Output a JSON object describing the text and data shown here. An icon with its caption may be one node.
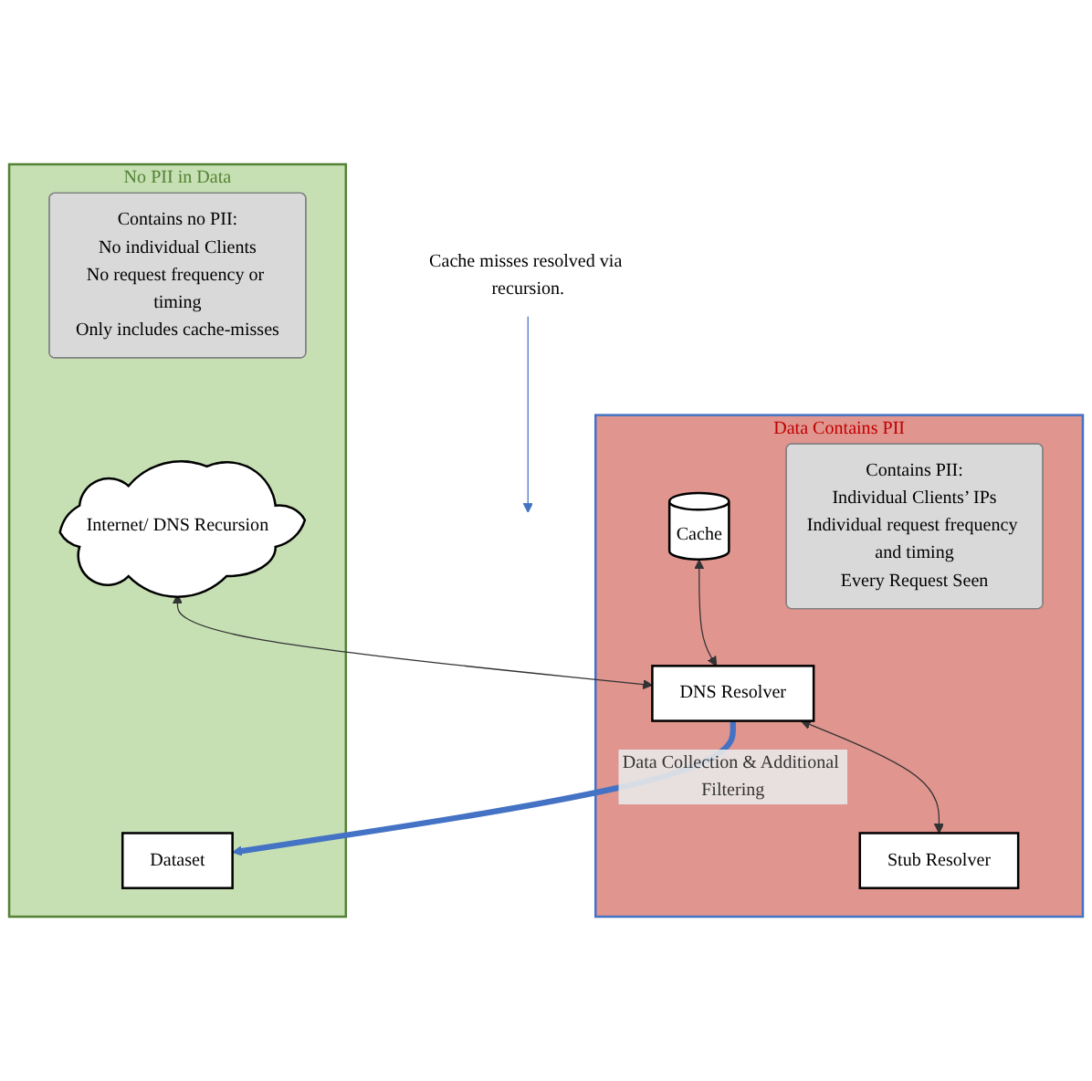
{
  "diagram": {
    "nodes": [
      {
        "text": [
          "No PII in Data"
        ]
      },
      {
        "text": [
          "Internet/ DNS Recursion"
        ],
        "in": 0
      },
      {
        "text": [
          "Contains no PII:",
          "No individual Clients",
          "No request frequency or timing",
          "Only includes cache-misses"
        ],
        "in": 0
      },
      {
        "text": [
          "Dataset"
        ],
        "in": 0
      },
      {
        "text": [
          "Cache misses resolved via recursion."
        ]
      },
      {
        "text": [
          "Data Contains PII"
        ]
      },
      {
        "text": [
          "DNS Resolver"
        ],
        "in": 5
      },
      {
        "text": [
          "Cache"
        ],
        "in": 5
      },
      {
        "text": [
          "Contains PII:",
          "Individual Clients’ IPs",
          "Individual request frequency and timing",
          "Every Request Seen"
        ],
        "in": 5
      },
      {
        "text": [
          "Stub Resolver"
        ],
        "in": 5
      }
    ],
    "edges": [
      {
        "from": 1,
        "to": 6,
        "arrow": "both"
      },
      {
        "from": 6,
        "to": 3,
        "arrow": "to",
        "label": "Data Collection & Additional Filtering",
        "style": "thick",
        "color": "#4472c4"
      },
      {
        "from": 4,
        "to": null,
        "arrow": "to",
        "color": "#4472c4"
      },
      {
        "from": 7,
        "to": 6,
        "arrow": "both"
      },
      {
        "from": 6,
        "to": 9,
        "arrow": "both"
      }
    ]
  }
}
